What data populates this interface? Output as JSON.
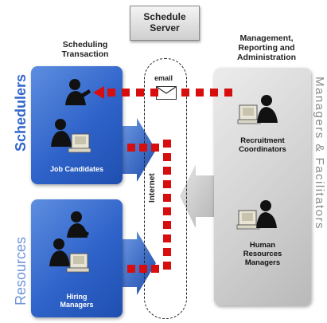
{
  "labels": {
    "schedule_server": [
      "Schedule",
      "Server"
    ],
    "scheduling_transaction": [
      "Scheduling",
      "Transaction"
    ],
    "management": [
      "Management,",
      "Reporting and",
      "Administration"
    ],
    "schedulers": "Schedulers",
    "resources": "Resources",
    "managers_facilitators": "Managers & Facilitators",
    "internet": "Internet",
    "email": "email",
    "job_candidates": "Job Candidates",
    "hiring_managers": [
      "Hiring",
      "Managers"
    ],
    "recruitment_coordinators": [
      "Recruitment",
      "Coordinators"
    ],
    "hr_managers": [
      "Human",
      "Resources",
      "Managers"
    ]
  },
  "colors": {
    "blue": "#2f63c9",
    "accent_red": "#d80d0d",
    "side_label_blue": "#3366cc",
    "side_label_gray": "#8a8a8a"
  },
  "icons": [
    "person-at-computer-icon",
    "envelope-icon",
    "dotted-arrow-icon",
    "block-arrow-icon"
  ]
}
